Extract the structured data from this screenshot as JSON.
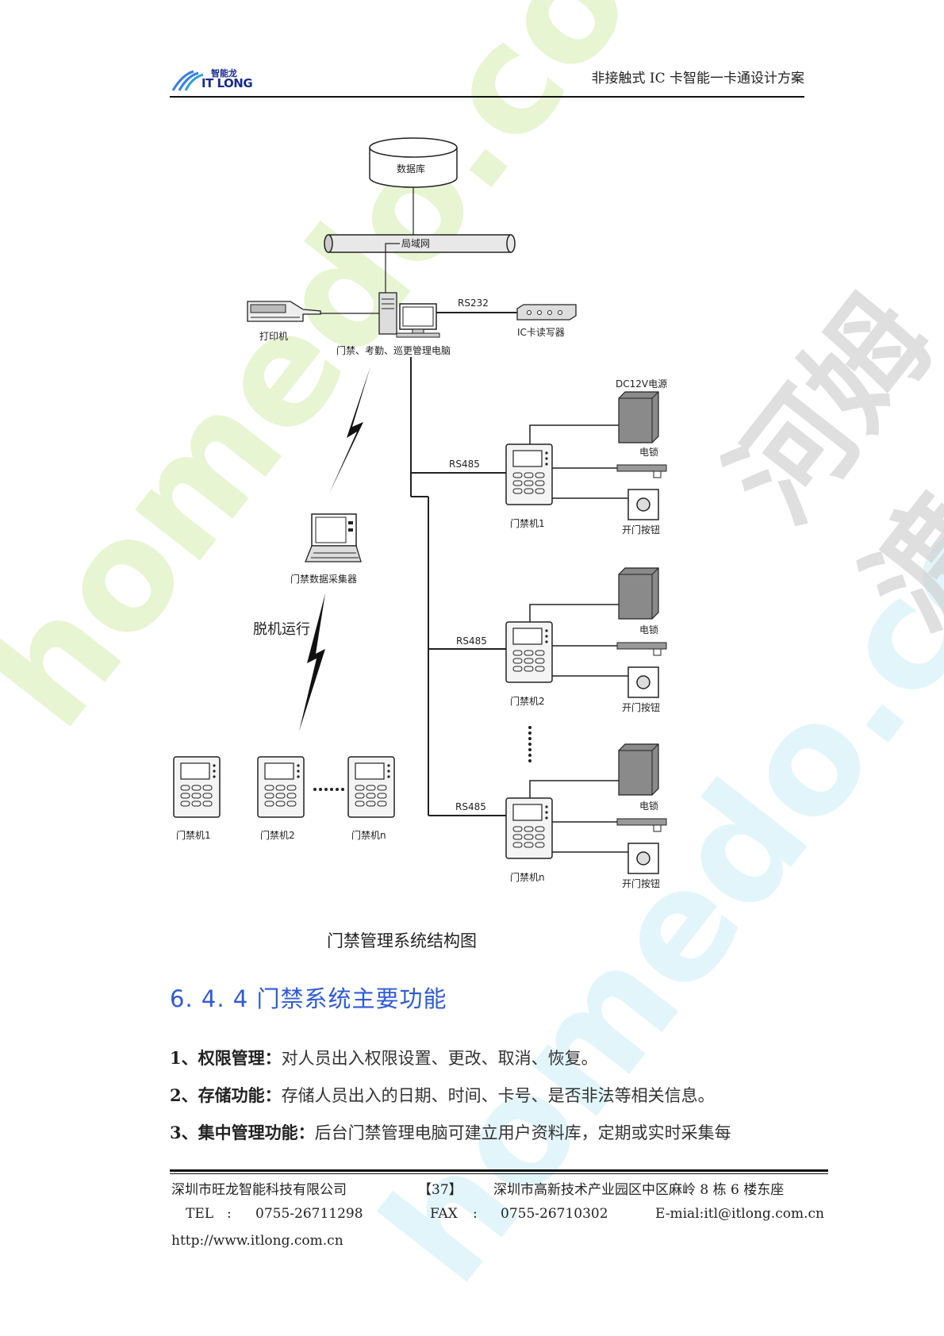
{
  "header": {
    "logo_top": "智能龙",
    "logo_main": "IT LONG",
    "doc_title": "非接触式 IC 卡智能一卡通设计方案"
  },
  "diagram": {
    "database": "数据库",
    "lan": "局域网",
    "printer": "打印机",
    "rs232": "RS232",
    "ic_reader": "IC卡读写器",
    "computer": "门禁、考勤、巡更管理电脑",
    "collector": "门禁数据采集器",
    "offline": "脱机运行",
    "power": "DC12V电源",
    "rs485": "RS485",
    "lock": "电锁",
    "button": "开门按钮",
    "controller_1": "门禁机1",
    "controller_2": "门禁机2",
    "controller_n": "门禁机n"
  },
  "caption": "门禁管理系统结构图",
  "section": {
    "heading": "6. 4. 4 门禁系统主要功能"
  },
  "items": [
    {
      "label": "1、权限管理：",
      "text": "对人员出入权限设置、更改、取消、恢复。"
    },
    {
      "label": "2、存储功能：",
      "text": "存储人员出入的日期、时间、卡号、是否非法等相关信息。"
    },
    {
      "label": "3、集中管理功能：",
      "text": "后台门禁管理电脑可建立用户资料库，定期或实时采集每"
    }
  ],
  "footer": {
    "company": "深圳市旺龙智能科技有限公司",
    "page": "【37】",
    "address": "深圳市高新技术产业园区中区麻岭 8 栋 6 楼东座",
    "tel_label": "TEL",
    "tel_sep": ":",
    "tel": "0755-26711298",
    "fax_label": "FAX",
    "fax_sep": ":",
    "fax": "0755-26710302",
    "email": "E-mial:itl@itlong.com.cn",
    "url": "http://www.itlong.com.cn"
  },
  "watermarks": {
    "en": "homedo.com",
    "cn": "河姆渡"
  },
  "colors": {
    "heading": "#2e5bd6",
    "watermark_green": "#d9efb4",
    "watermark_blue": "#c9eef8",
    "watermark_gray": "#c8c8c8"
  }
}
